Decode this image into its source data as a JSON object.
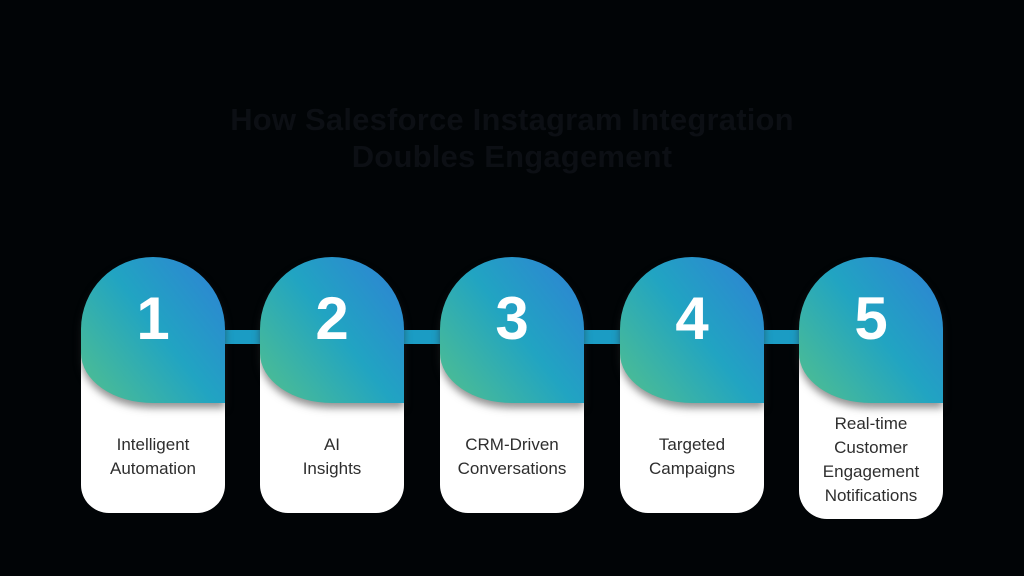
{
  "title": "How Salesforce Instagram Integration\nDoubles Engagement",
  "steps": [
    {
      "number": "1",
      "label": "Intelligent\nAutomation"
    },
    {
      "number": "2",
      "label": "AI\nInsights"
    },
    {
      "number": "3",
      "label": "CRM-Driven\nConversations"
    },
    {
      "number": "4",
      "label": "Targeted\nCampaigns"
    },
    {
      "number": "5",
      "label": "Real-time\nCustomer\nEngagement\nNotifications"
    }
  ],
  "colors": {
    "bg": "#010406",
    "title-color": "#0c0f14",
    "grad-start": "#52c08d",
    "grad-mid": "#21a4c2",
    "grad-end": "#2f80d5",
    "connector": "#1b9cc4",
    "number-color": "#ffffff",
    "label-color": "#2e2e2e",
    "card-bg": "#ffffff"
  }
}
